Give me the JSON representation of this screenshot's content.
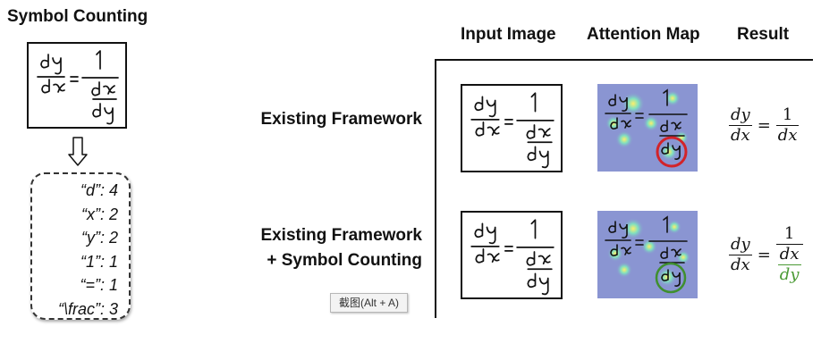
{
  "left_title": "Symbol Counting",
  "counts": [
    {
      "text": "“d”: 4"
    },
    {
      "text": "“x”: 2"
    },
    {
      "text": "“y”: 2"
    },
    {
      "text": "“1”: 1"
    },
    {
      "text": "“=”: 1"
    },
    {
      "text": "“\\frac”: 3"
    }
  ],
  "columns": {
    "input": "Input Image",
    "attention": "Attention Map",
    "result": "Result"
  },
  "rows": [
    {
      "label": "Existing Framework",
      "label_line2": ""
    },
    {
      "label": "Existing Framework",
      "label_line2": "+ Symbol Counting"
    }
  ],
  "result_1": {
    "lhs_num": "dy",
    "lhs_den": "dx",
    "eq": "=",
    "rhs_num": "1",
    "rhs_den": "dx"
  },
  "result_2": {
    "lhs_num": "dy",
    "lhs_den": "dx",
    "eq": "=",
    "rhs_num": "1",
    "rhs_den_1": "dx",
    "rhs_den_2": "dy"
  },
  "tooltip": "截图(Alt + A)",
  "colors": {
    "wrong": "#d2232a",
    "correct": "#3f8f2f",
    "heat_bg": "#8a95d2",
    "green_text": "#4a9a34"
  },
  "icons": {
    "arrow": "hollow-down-arrow-icon"
  }
}
